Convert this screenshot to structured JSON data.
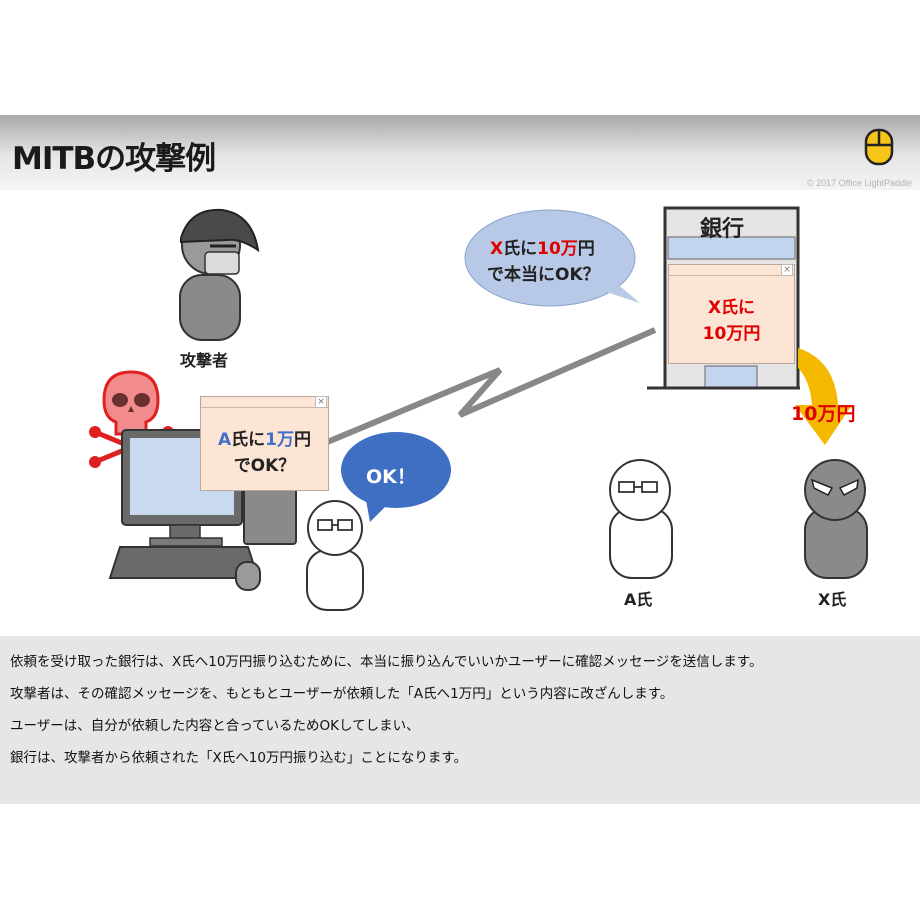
{
  "header": {
    "title": "MITBの攻撃例",
    "copyright": "© 2017 Office LightPaddle"
  },
  "scene": {
    "attacker_label": "攻撃者",
    "victim_dialog": {
      "prefix": "A",
      "mid": "氏に",
      "amount": "1万",
      "suffix": "円",
      "line2": "でOK？"
    },
    "user_reply": "OK！",
    "bank_label": "銀行",
    "bank_bubble": {
      "prefix": "X",
      "mid": "氏に",
      "amount": "10万",
      "suffix": "円",
      "line2": "で本当にOK？"
    },
    "bank_dialog": {
      "line1": "X氏に",
      "line2": "10万円"
    },
    "transfer_label": "10万円",
    "person_a_label": "A氏",
    "person_x_label": "X氏"
  },
  "description": {
    "lines": [
      "依頼を受け取った銀行は、X氏へ10万円振り込むために、本当に振り込んでいいかユーザーに確認メッセージを送信します。",
      "攻撃者は、その確認メッセージを、もともとユーザーが依頼した「A氏へ1万円」という内容に改ざんします。",
      "ユーザーは、自分が依頼した内容と合っているためOKしてしまい、",
      "銀行は、攻撃者から依頼された「X氏へ10万円振り込む」ことになります。"
    ]
  },
  "colors": {
    "accent_red": "#e00000",
    "accent_blue": "#4170c8",
    "dialog_bg": "#fce5d5",
    "skull": "#f28b8b",
    "arrow": "#f5b800"
  }
}
